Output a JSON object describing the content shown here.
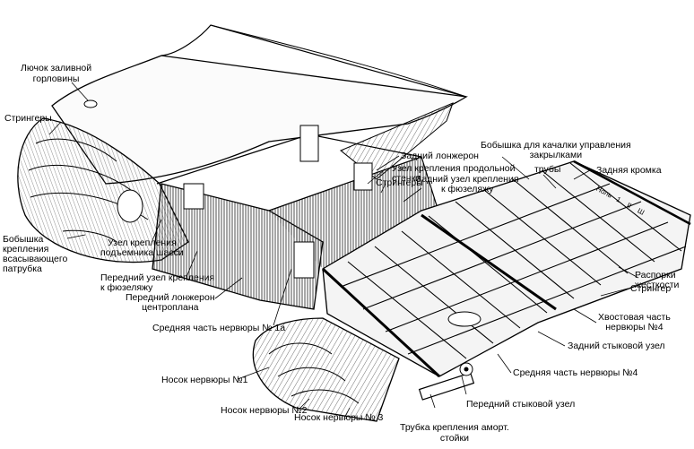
{
  "labels": {
    "hatch": "Лючок заливной\nгорловины",
    "stringers_left": "Стрингеры",
    "suction_boss": "Бобышка\nкрепления\nвсасывающего\nпатрубка",
    "gear_lift_node": "Узел крепления\nподъемника шасси",
    "front_fuselage_node": "Передний узел крепления\nк фюзеляжу",
    "front_spar": "Передний лонжерон\nцентроплана",
    "mid_rib_1a": "Средняя часть нервюры № 1а",
    "rear_spar": "Задний лонжерон",
    "long_wall_node": "Узел крепления продольной\nстенки",
    "stringers_mid": "Стрингеры",
    "rear_fuselage_node": "Задний узел крепления\nк фюзеляжу",
    "flap_boss": "Бобышка для качалки управления\nзакрылками",
    "pipes": "трубы",
    "trailing_edge": "Задняя кромка",
    "stiffener_struts": "Распорки\nжесткости",
    "stringer": "Стрингер",
    "tail_rib_4": "Хвостовая часть\nнервюры №4",
    "rear_joint_node": "Задний стыковой узел",
    "mid_rib_4": "Средняя часть нервюры №4",
    "front_joint_node": "Передний стыковой узел",
    "nose_rib_1": "Носок нервюры №1",
    "nose_rib_2": "Носок нервюры №2",
    "nose_rib_3": "Носок нервюры № 3",
    "shock_tube": "Трубка крепления аморт.\nстойки"
  },
  "stencil_text": "Ноль   1    II    Ш"
}
